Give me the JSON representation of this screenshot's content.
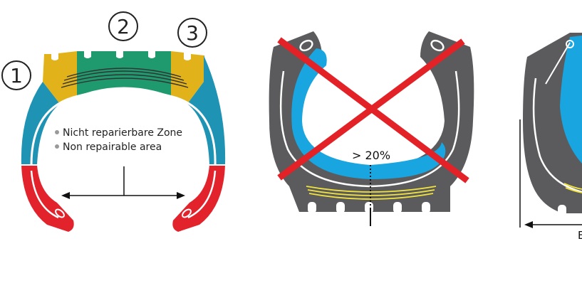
{
  "panel1": {
    "zone_numbers": [
      "1",
      "2",
      "3"
    ],
    "legend": [
      "Nicht reparierbare Zone",
      "Non repairable area"
    ]
  },
  "panel2": {
    "measure_label": "> 20%"
  },
  "panel3": {
    "cropped_label": "E"
  },
  "colors": {
    "tire_dark": "#5b5b5d",
    "shoulder_yellow": "#e2b21a",
    "tread_green": "#1f9a6f",
    "sidewall_teal": "#1f93b4",
    "bead_red": "#e2232c",
    "inner_blue": "#19a6e0",
    "cross_red": "#e32227",
    "belt_yellow": "#f2e33a",
    "bullet_gray": "#9a9a9a"
  },
  "icons": [
    "circled-number-icon",
    "double-arrow-icon",
    "red-x-cross-icon",
    "arrow-left-icon"
  ]
}
